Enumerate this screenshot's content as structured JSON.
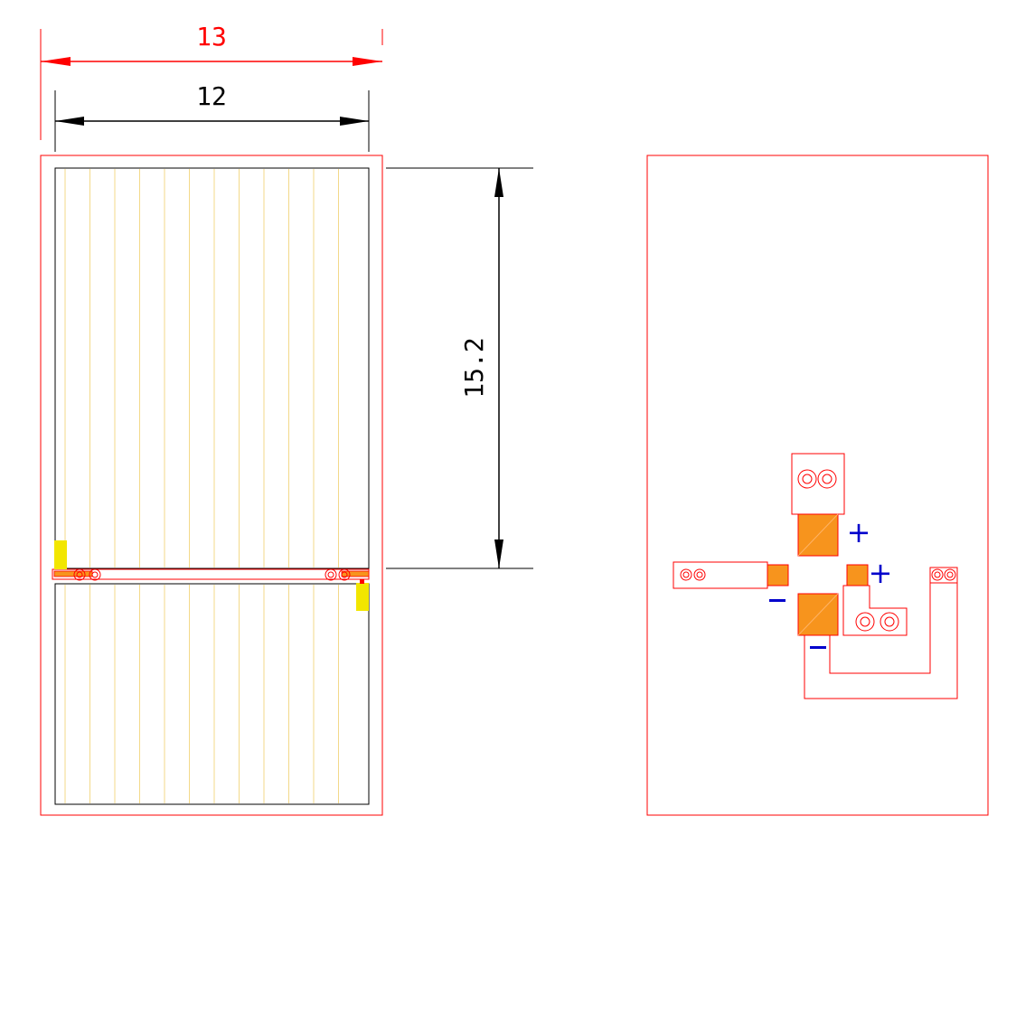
{
  "drawing": {
    "dimensions": {
      "outer_width": "13",
      "inner_width": "12",
      "panel_height": "15.2"
    },
    "polarity": {
      "plus": "+",
      "minus": "−"
    }
  },
  "colors": {
    "outline_red": "#ff0000",
    "inner_black": "#000000",
    "heating_line": "#f3d98a",
    "pad_orange": "#f7941d",
    "pad_yellow": "#f2e600",
    "polarity_blue": "#0000cc"
  }
}
